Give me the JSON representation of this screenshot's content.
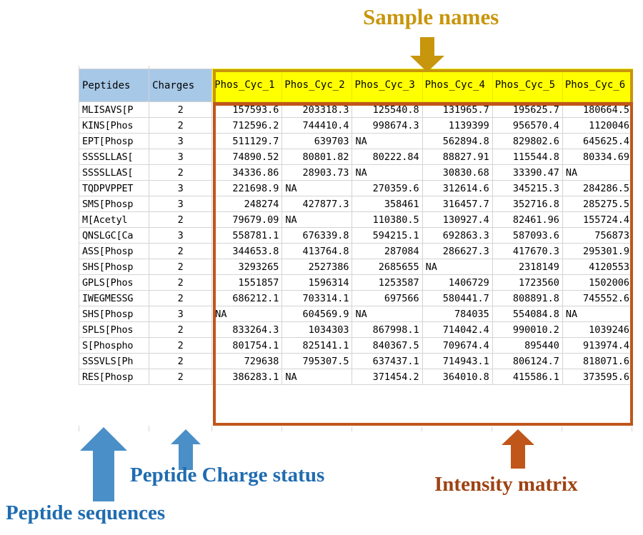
{
  "table": {
    "left_headers": [
      "Peptides",
      "Charges"
    ],
    "sample_headers": [
      "Phos_Cyc_1",
      "Phos_Cyc_2",
      "Phos_Cyc_3",
      "Phos_Cyc_4",
      "Phos_Cyc_5",
      "Phos_Cyc_6"
    ],
    "rows": [
      {
        "peptide": "MLISAVS[P",
        "charge": "2",
        "values": [
          "157593.6",
          "203318.3",
          "125540.8",
          "131965.7",
          "195625.7",
          "180664.5"
        ]
      },
      {
        "peptide": "KINS[Phos",
        "charge": "2",
        "values": [
          "712596.2",
          "744410.4",
          "998674.3",
          "1139399",
          "956570.4",
          "1120046"
        ]
      },
      {
        "peptide": "EPT[Phosp",
        "charge": "3",
        "values": [
          "511129.7",
          "639703",
          "NA",
          "562894.8",
          "829802.6",
          "645625.4"
        ]
      },
      {
        "peptide": "SSSSLLAS[",
        "charge": "3",
        "values": [
          "74890.52",
          "80801.82",
          "80222.84",
          "88827.91",
          "115544.8",
          "80334.69"
        ]
      },
      {
        "peptide": "SSSSLLAS[",
        "charge": "2",
        "values": [
          "34336.86",
          "28903.73",
          "NA",
          "30830.68",
          "33390.47",
          "NA"
        ]
      },
      {
        "peptide": "TQDPVPPET",
        "charge": "3",
        "values": [
          "221698.9",
          "NA",
          "270359.6",
          "312614.6",
          "345215.3",
          "284286.5"
        ]
      },
      {
        "peptide": "SMS[Phosp",
        "charge": "3",
        "values": [
          "248274",
          "427877.3",
          "358461",
          "316457.7",
          "352716.8",
          "285275.5"
        ]
      },
      {
        "peptide": "M[Acetyl",
        "charge": "2",
        "values": [
          "79679.09",
          "NA",
          "110380.5",
          "130927.4",
          "82461.96",
          "155724.4"
        ]
      },
      {
        "peptide": "QNSLGC[Ca",
        "charge": "3",
        "values": [
          "558781.1",
          "676339.8",
          "594215.1",
          "692863.3",
          "587093.6",
          "756873"
        ]
      },
      {
        "peptide": "ASS[Phosp",
        "charge": "2",
        "values": [
          "344653.8",
          "413764.8",
          "287084",
          "286627.3",
          "417670.3",
          "295301.9"
        ]
      },
      {
        "peptide": "SHS[Phosp",
        "charge": "2",
        "values": [
          "3293265",
          "2527386",
          "2685655",
          "NA",
          "2318149",
          "4120553"
        ]
      },
      {
        "peptide": "GPLS[Phos",
        "charge": "2",
        "values": [
          "1551857",
          "1596314",
          "1253587",
          "1406729",
          "1723560",
          "1502006"
        ]
      },
      {
        "peptide": "IWEGMESSG",
        "charge": "2",
        "values": [
          "686212.1",
          "703314.1",
          "697566",
          "580441.7",
          "808891.8",
          "745552.6"
        ]
      },
      {
        "peptide": "SHS[Phosp",
        "charge": "3",
        "values": [
          "NA",
          "604569.9",
          "NA",
          "784035",
          "554084.8",
          "NA"
        ]
      },
      {
        "peptide": "SPLS[Phos",
        "charge": "2",
        "values": [
          "833264.3",
          "1034303",
          "867998.1",
          "714042.4",
          "990010.2",
          "1039246"
        ]
      },
      {
        "peptide": "S[Phospho",
        "charge": "2",
        "values": [
          "801754.1",
          "825141.1",
          "840367.5",
          "709674.4",
          "895440",
          "913974.4"
        ]
      },
      {
        "peptide": "SSSVLS[Ph",
        "charge": "2",
        "values": [
          "729638",
          "795307.5",
          "637437.1",
          "714943.1",
          "806124.7",
          "818071.6"
        ]
      },
      {
        "peptide": "RES[Phosp",
        "charge": "2",
        "values": [
          "386283.1",
          "NA",
          "371454.2",
          "364010.8",
          "415586.1",
          "373595.6"
        ]
      }
    ]
  },
  "annotations": {
    "samples": {
      "text": "Sample names",
      "color": "#c8960c",
      "arrow": "down-arrow-icon"
    },
    "intensity": {
      "text": "Intensity matrix",
      "color": "#9e4213",
      "arrow": "up-arrow-icon"
    },
    "charge": {
      "text": "Peptide Charge status",
      "color": "#1f6cb0",
      "arrow": "up-arrow-icon"
    },
    "sequences": {
      "text": "Peptide sequences",
      "color": "#1f6cb0",
      "arrow": "up-arrow-icon"
    }
  },
  "colors": {
    "header_left_bg": "#a7c8e7",
    "header_sample_bg": "#ffff00",
    "samples_box_border": "#c9960c",
    "matrix_box_border": "#c0561a",
    "blue_arrow": "#4a8fc7",
    "orange_arrow": "#c0561a",
    "gold_arrow": "#c8960c"
  }
}
